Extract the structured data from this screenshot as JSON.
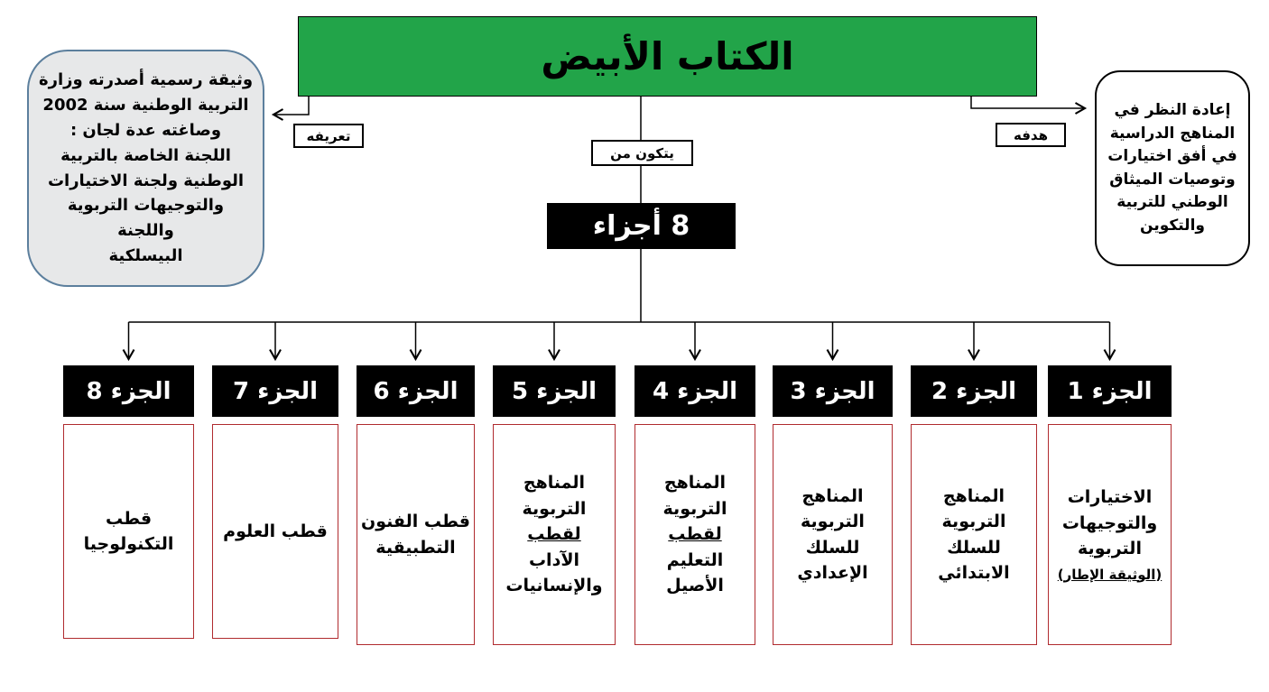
{
  "title": {
    "text": "الكتاب الأبيض"
  },
  "definition": {
    "label": "تعريفه",
    "text": "وثيقة رسمية أصدرته وزارة\nالتربية الوطنية سنة 2002\nوصاغته عدة لجان :\nاللجنة الخاصة بالتربية\nالوطنية ولجنة الاختيارات\nوالتوجيهات التربوية واللجنة\nالبيسلكية"
  },
  "goal": {
    "label": "هدفه",
    "text": "إعادة النظر في\nالمناهج الدراسية\nفي أفق اختيارات\nوتوصيات الميثاق\nالوطني للتربية\nوالتكوين"
  },
  "composition": {
    "connector_label": "يتكون من",
    "count_box": "8 أجزاء"
  },
  "parts": [
    {
      "header": "الجزء 1",
      "before": "الاختيارات\nوالتوجيهات\nالتربوية",
      "underline": "",
      "after": "",
      "note": "(الوثيقة الإطار)"
    },
    {
      "header": "الجزء 2",
      "before": "المناهج\nالتربوية\nللسلك\nالابتدائي",
      "underline": "",
      "after": "",
      "note": ""
    },
    {
      "header": "الجزء 3",
      "before": "المناهج\nالتربوية\nللسلك\nالإعدادي",
      "underline": "",
      "after": "",
      "note": ""
    },
    {
      "header": "الجزء 4",
      "before": "المناهج\nالتربوية\n",
      "underline": "لقطب",
      "after": "\nالتعليم\nالأصيل",
      "note": ""
    },
    {
      "header": "الجزء 5",
      "before": "المناهج\nالتربوية\n",
      "underline": "لقطب",
      "after": "\nالآداب\nوالإنسانيات",
      "note": ""
    },
    {
      "header": "الجزء 6",
      "before": "قطب الفنون\nالتطبيقية",
      "underline": "",
      "after": "",
      "note": ""
    },
    {
      "header": "الجزء 7",
      "before": "قطب العلوم",
      "underline": "",
      "after": "",
      "note": ""
    },
    {
      "header": "الجزء 8",
      "before": "قطب\nالتكنولوجيا",
      "underline": "",
      "after": "",
      "note": ""
    }
  ],
  "colors": {
    "title_green": "#22A449",
    "part_border_red": "#B02B2F",
    "header_black": "#000000",
    "definition_callout_bg": "#E7E8E9",
    "definition_callout_border": "#5C7F9D"
  }
}
